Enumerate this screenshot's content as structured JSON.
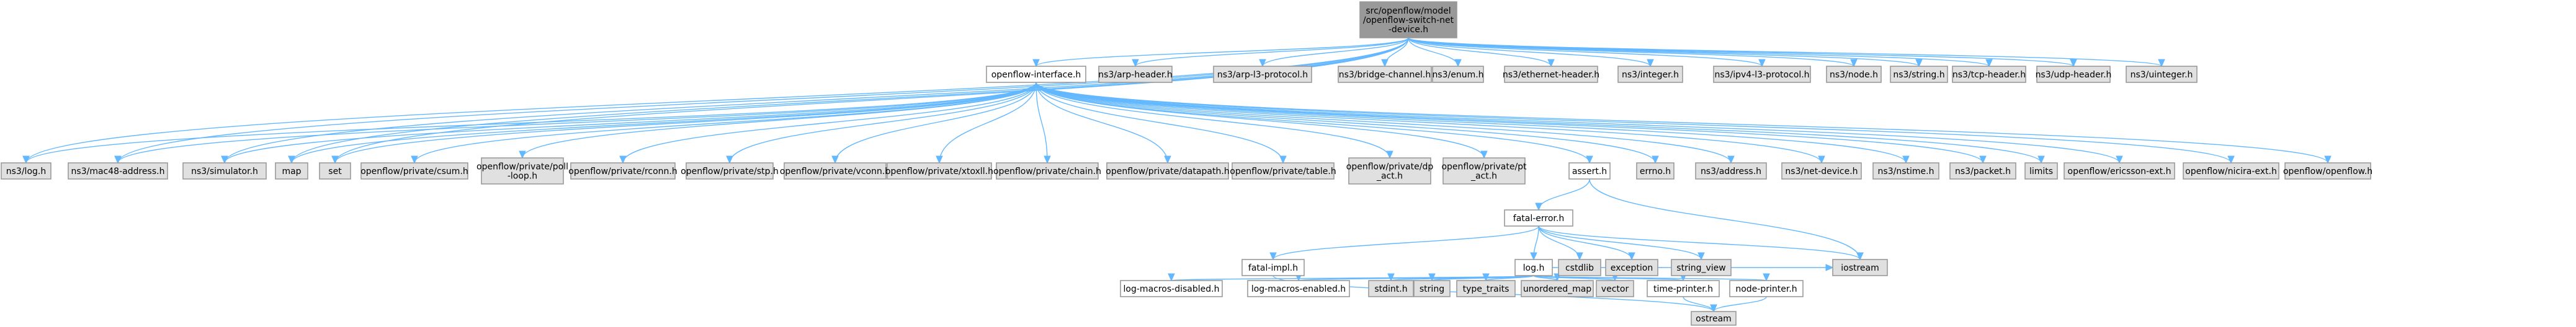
{
  "nodes": [
    {
      "id": "root",
      "lines": [
        "src/openflow/model",
        "/openflow-switch-net",
        "-device.h"
      ],
      "style": "root"
    },
    {
      "id": "ofi",
      "lines": [
        "openflow-interface.h"
      ],
      "style": "normal"
    },
    {
      "id": "arp",
      "lines": [
        "ns3/arp-header.h"
      ],
      "style": "gray"
    },
    {
      "id": "arpl3",
      "lines": [
        "ns3/arp-l3-protocol.h"
      ],
      "style": "gray"
    },
    {
      "id": "bridge",
      "lines": [
        "ns3/bridge-channel.h"
      ],
      "style": "gray"
    },
    {
      "id": "enum",
      "lines": [
        "ns3/enum.h"
      ],
      "style": "gray"
    },
    {
      "id": "eth",
      "lines": [
        "ns3/ethernet-header.h"
      ],
      "style": "gray"
    },
    {
      "id": "integer",
      "lines": [
        "ns3/integer.h"
      ],
      "style": "gray"
    },
    {
      "id": "ipv4",
      "lines": [
        "ns3/ipv4-l3-protocol.h"
      ],
      "style": "gray"
    },
    {
      "id": "node",
      "lines": [
        "ns3/node.h"
      ],
      "style": "gray"
    },
    {
      "id": "string",
      "lines": [
        "ns3/string.h"
      ],
      "style": "gray"
    },
    {
      "id": "tcp",
      "lines": [
        "ns3/tcp-header.h"
      ],
      "style": "gray"
    },
    {
      "id": "udp",
      "lines": [
        "ns3/udp-header.h"
      ],
      "style": "gray"
    },
    {
      "id": "uinteger",
      "lines": [
        "ns3/uinteger.h"
      ],
      "style": "gray"
    },
    {
      "id": "logh",
      "lines": [
        "ns3/log.h"
      ],
      "style": "gray"
    },
    {
      "id": "mac48",
      "lines": [
        "ns3/mac48-address.h"
      ],
      "style": "gray"
    },
    {
      "id": "sim",
      "lines": [
        "ns3/simulator.h"
      ],
      "style": "gray"
    },
    {
      "id": "map",
      "lines": [
        "map"
      ],
      "style": "gray"
    },
    {
      "id": "set",
      "lines": [
        "set"
      ],
      "style": "gray"
    },
    {
      "id": "csum",
      "lines": [
        "openflow/private/csum.h"
      ],
      "style": "gray"
    },
    {
      "id": "poll",
      "lines": [
        "openflow/private/poll",
        "-loop.h"
      ],
      "style": "gray"
    },
    {
      "id": "rconn",
      "lines": [
        "openflow/private/rconn.h"
      ],
      "style": "gray"
    },
    {
      "id": "stp",
      "lines": [
        "openflow/private/stp.h"
      ],
      "style": "gray"
    },
    {
      "id": "vconn",
      "lines": [
        "openflow/private/vconn.h"
      ],
      "style": "gray"
    },
    {
      "id": "xtoxll",
      "lines": [
        "openflow/private/xtoxll.h"
      ],
      "style": "gray"
    },
    {
      "id": "chain",
      "lines": [
        "openflow/private/chain.h"
      ],
      "style": "gray"
    },
    {
      "id": "datapath",
      "lines": [
        "openflow/private/datapath.h"
      ],
      "style": "gray"
    },
    {
      "id": "table",
      "lines": [
        "openflow/private/table.h"
      ],
      "style": "gray"
    },
    {
      "id": "dpact",
      "lines": [
        "openflow/private/dp",
        "_act.h"
      ],
      "style": "gray"
    },
    {
      "id": "ptact",
      "lines": [
        "openflow/private/pt",
        "_act.h"
      ],
      "style": "gray"
    },
    {
      "id": "assert",
      "lines": [
        "assert.h"
      ],
      "style": "normal"
    },
    {
      "id": "errno",
      "lines": [
        "errno.h"
      ],
      "style": "gray"
    },
    {
      "id": "address",
      "lines": [
        "ns3/address.h"
      ],
      "style": "gray"
    },
    {
      "id": "netdev",
      "lines": [
        "ns3/net-device.h"
      ],
      "style": "gray"
    },
    {
      "id": "nstime",
      "lines": [
        "ns3/nstime.h"
      ],
      "style": "gray"
    },
    {
      "id": "packet",
      "lines": [
        "ns3/packet.h"
      ],
      "style": "gray"
    },
    {
      "id": "limits",
      "lines": [
        "limits"
      ],
      "style": "gray"
    },
    {
      "id": "ericsson",
      "lines": [
        "openflow/ericsson-ext.h"
      ],
      "style": "gray"
    },
    {
      "id": "nicira",
      "lines": [
        "openflow/nicira-ext.h"
      ],
      "style": "gray"
    },
    {
      "id": "openflow",
      "lines": [
        "openflow/openflow.h"
      ],
      "style": "gray"
    },
    {
      "id": "fatal",
      "lines": [
        "fatal-error.h"
      ],
      "style": "normal"
    },
    {
      "id": "fimpl",
      "lines": [
        "fatal-impl.h"
      ],
      "style": "normal"
    },
    {
      "id": "cstdlib",
      "lines": [
        "cstdlib"
      ],
      "style": "gray"
    },
    {
      "id": "exception",
      "lines": [
        "exception"
      ],
      "style": "gray"
    },
    {
      "id": "sview",
      "lines": [
        "string_view"
      ],
      "style": "gray"
    },
    {
      "id": "log",
      "lines": [
        "log.h"
      ],
      "style": "normal"
    },
    {
      "id": "iostream",
      "lines": [
        "iostream"
      ],
      "style": "gray"
    },
    {
      "id": "lmd",
      "lines": [
        "log-macros-disabled.h"
      ],
      "style": "normal"
    },
    {
      "id": "lme",
      "lines": [
        "log-macros-enabled.h"
      ],
      "style": "normal"
    },
    {
      "id": "stdint",
      "lines": [
        "stdint.h"
      ],
      "style": "gray"
    },
    {
      "id": "stringstd",
      "lines": [
        "string"
      ],
      "style": "gray"
    },
    {
      "id": "ttraits",
      "lines": [
        "type_traits"
      ],
      "style": "gray"
    },
    {
      "id": "umap",
      "lines": [
        "unordered_map"
      ],
      "style": "gray"
    },
    {
      "id": "vector",
      "lines": [
        "vector"
      ],
      "style": "gray"
    },
    {
      "id": "tprinter",
      "lines": [
        "time-printer.h"
      ],
      "style": "normal"
    },
    {
      "id": "nprinter",
      "lines": [
        "node-printer.h"
      ],
      "style": "normal"
    },
    {
      "id": "ostream",
      "lines": [
        "ostream"
      ],
      "style": "gray"
    }
  ],
  "edges": [
    [
      "root",
      "ofi"
    ],
    [
      "root",
      "arp"
    ],
    [
      "root",
      "arpl3"
    ],
    [
      "root",
      "bridge"
    ],
    [
      "root",
      "enum"
    ],
    [
      "root",
      "eth"
    ],
    [
      "root",
      "integer"
    ],
    [
      "root",
      "ipv4"
    ],
    [
      "root",
      "node"
    ],
    [
      "root",
      "string"
    ],
    [
      "root",
      "tcp"
    ],
    [
      "root",
      "udp"
    ],
    [
      "root",
      "uinteger"
    ],
    [
      "root",
      "logh"
    ],
    [
      "root",
      "mac48"
    ],
    [
      "root",
      "sim"
    ],
    [
      "root",
      "map"
    ],
    [
      "root",
      "set"
    ],
    [
      "ofi",
      "logh"
    ],
    [
      "ofi",
      "mac48"
    ],
    [
      "ofi",
      "sim"
    ],
    [
      "ofi",
      "map"
    ],
    [
      "ofi",
      "set"
    ],
    [
      "ofi",
      "csum"
    ],
    [
      "ofi",
      "poll"
    ],
    [
      "ofi",
      "rconn"
    ],
    [
      "ofi",
      "stp"
    ],
    [
      "ofi",
      "vconn"
    ],
    [
      "ofi",
      "xtoxll"
    ],
    [
      "ofi",
      "chain"
    ],
    [
      "ofi",
      "datapath"
    ],
    [
      "ofi",
      "table"
    ],
    [
      "ofi",
      "dpact"
    ],
    [
      "ofi",
      "ptact"
    ],
    [
      "ofi",
      "assert"
    ],
    [
      "ofi",
      "errno"
    ],
    [
      "ofi",
      "address"
    ],
    [
      "ofi",
      "netdev"
    ],
    [
      "ofi",
      "nstime"
    ],
    [
      "ofi",
      "packet"
    ],
    [
      "ofi",
      "limits"
    ],
    [
      "ofi",
      "ericsson"
    ],
    [
      "ofi",
      "nicira"
    ],
    [
      "ofi",
      "openflow"
    ],
    [
      "assert",
      "fatal"
    ],
    [
      "assert",
      "iostream"
    ],
    [
      "fatal",
      "fimpl"
    ],
    [
      "fatal",
      "cstdlib"
    ],
    [
      "fatal",
      "exception"
    ],
    [
      "fatal",
      "sview"
    ],
    [
      "fatal",
      "log"
    ],
    [
      "fatal",
      "iostream"
    ],
    [
      "fimpl",
      "ostream"
    ],
    [
      "log",
      "lmd"
    ],
    [
      "log",
      "lme"
    ],
    [
      "log",
      "stdint"
    ],
    [
      "log",
      "stringstd"
    ],
    [
      "log",
      "ttraits"
    ],
    [
      "log",
      "umap"
    ],
    [
      "log",
      "vector"
    ],
    [
      "log",
      "tprinter"
    ],
    [
      "log",
      "nprinter"
    ],
    [
      "log",
      "iostream"
    ],
    [
      "tprinter",
      "ostream"
    ],
    [
      "nprinter",
      "ostream"
    ]
  ],
  "colors": {
    "root_fill": "#999999",
    "normal_fill": "#ffffff",
    "gray_fill": "#e0e0e0",
    "border": "#999999",
    "edge": "#63b8ff",
    "text": "#000000"
  }
}
